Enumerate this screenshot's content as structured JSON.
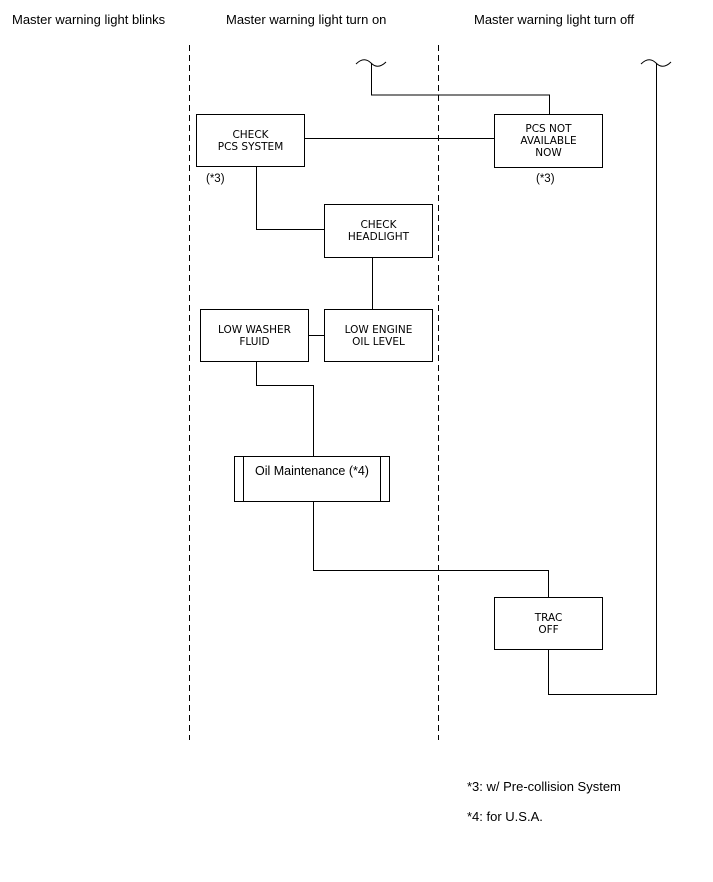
{
  "headers": {
    "blinks": "Master warning light blinks",
    "turn_on": "Master warning light turn on",
    "turn_off": "Master warning light turn off"
  },
  "boxes": {
    "check_pcs": "CHECK\nPCS SYSTEM",
    "pcs_not_available": "PCS NOT\nAVAILABLE\nNOW",
    "check_headlight": "CHECK\nHEADLIGHT",
    "low_washer": "LOW WASHER\nFLUID",
    "low_engine_oil": "LOW ENGINE\nOIL LEVEL",
    "oil_maintenance": "Oil Maintenance (*4)",
    "trac_off": "TRAC\nOFF"
  },
  "notes": {
    "check_pcs_note": "(*3)",
    "pcs_not_available_note": "(*3)"
  },
  "footnotes": {
    "note3": "*3: w/ Pre-collision System",
    "note4": "*4: for U.S.A."
  }
}
